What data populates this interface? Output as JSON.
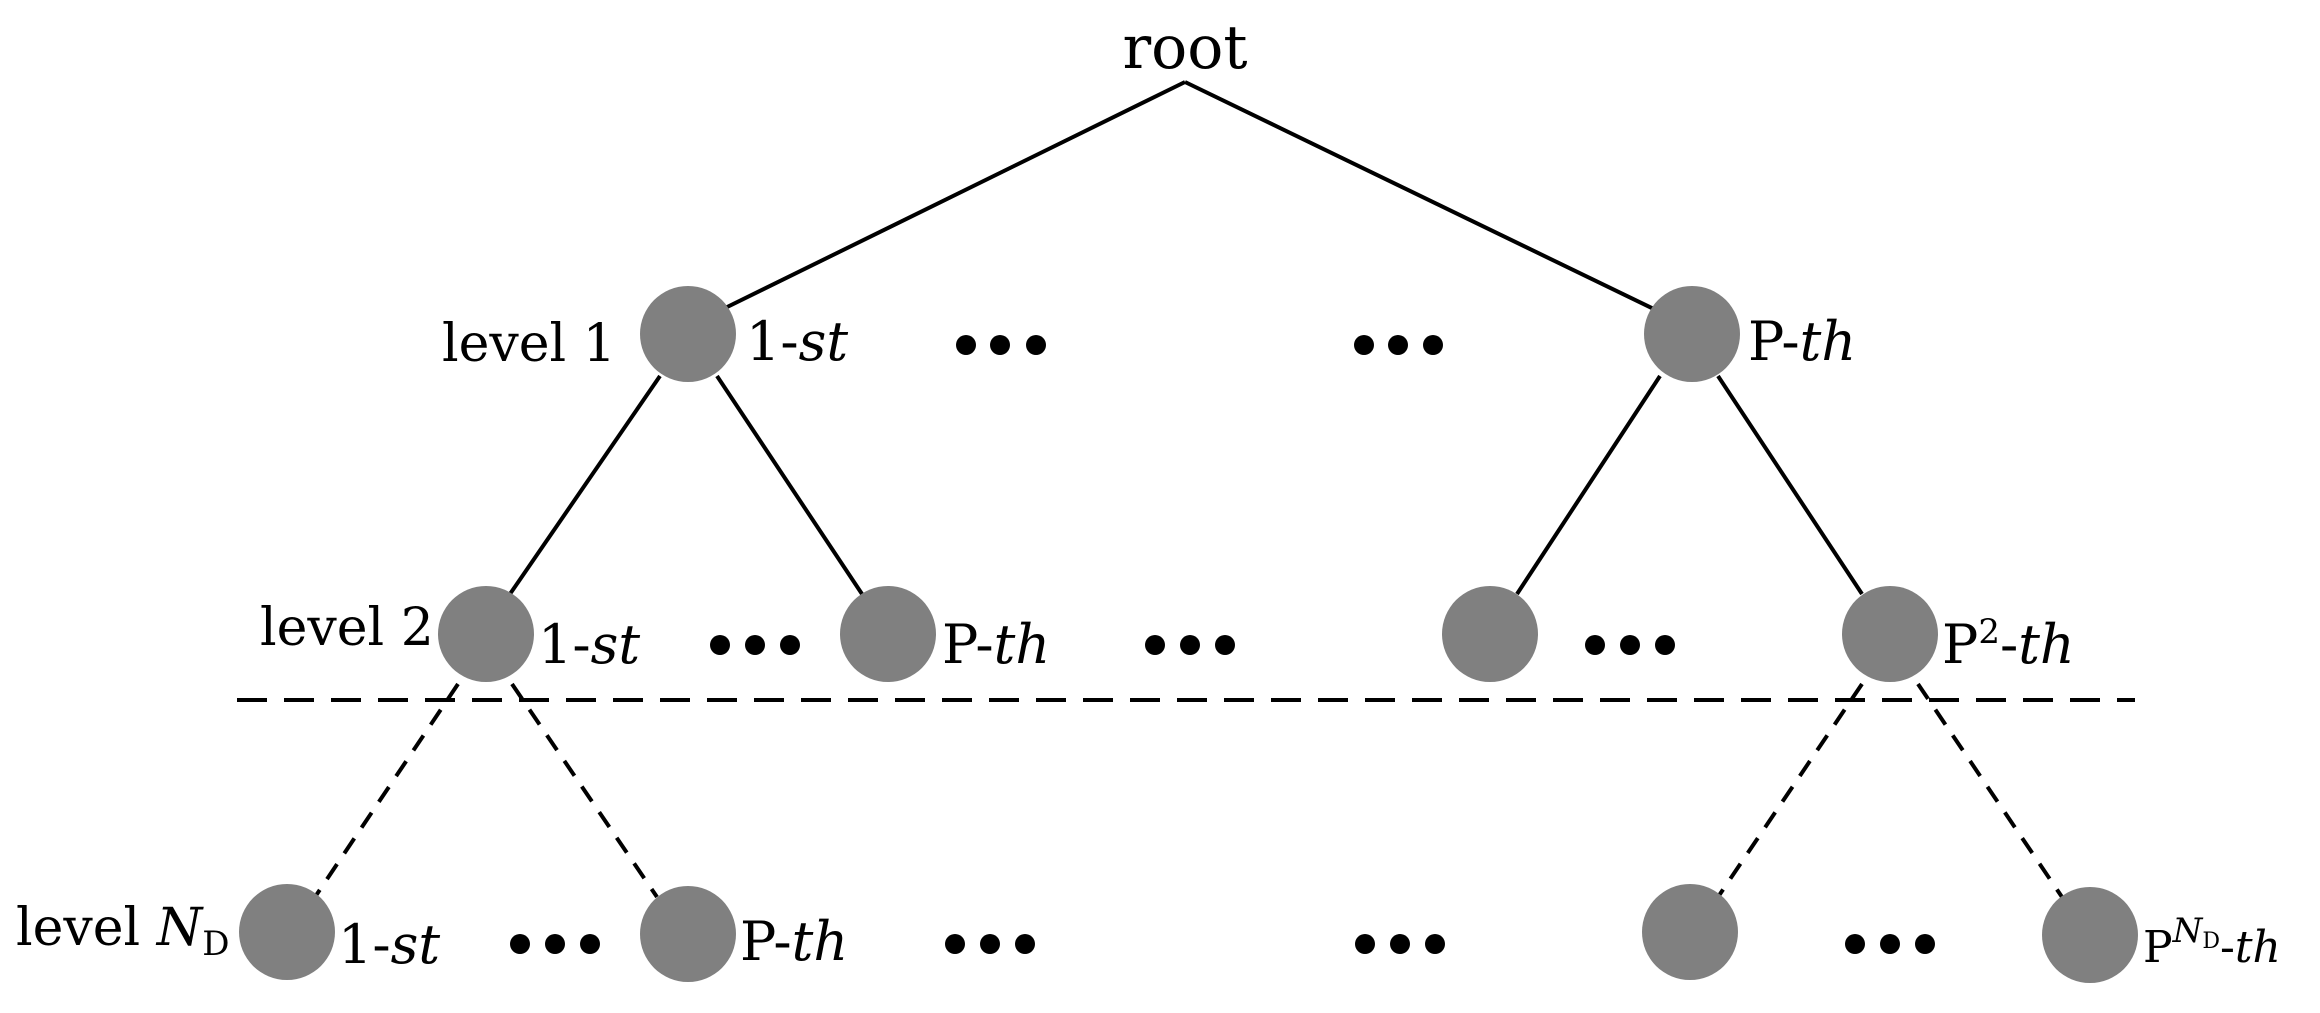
{
  "root_label": "root",
  "levels": {
    "level1": "level 1",
    "level2": "level 2",
    "levelN": {
      "prefix": "level ",
      "var": "N",
      "sub": "D"
    }
  },
  "ordinals": {
    "first": {
      "num": "1-",
      "suffix": "st"
    },
    "pth": {
      "num": "P-",
      "suffix": "th"
    },
    "p2th": {
      "base": "P",
      "exp": "2",
      "rest": "-",
      "suffix": "th"
    },
    "pNDth": {
      "base": "P",
      "exp": "N",
      "exp_sub": "D",
      "rest": "-",
      "suffix": "th"
    }
  },
  "colors": {
    "node": "#808080",
    "edge": "#000000"
  }
}
